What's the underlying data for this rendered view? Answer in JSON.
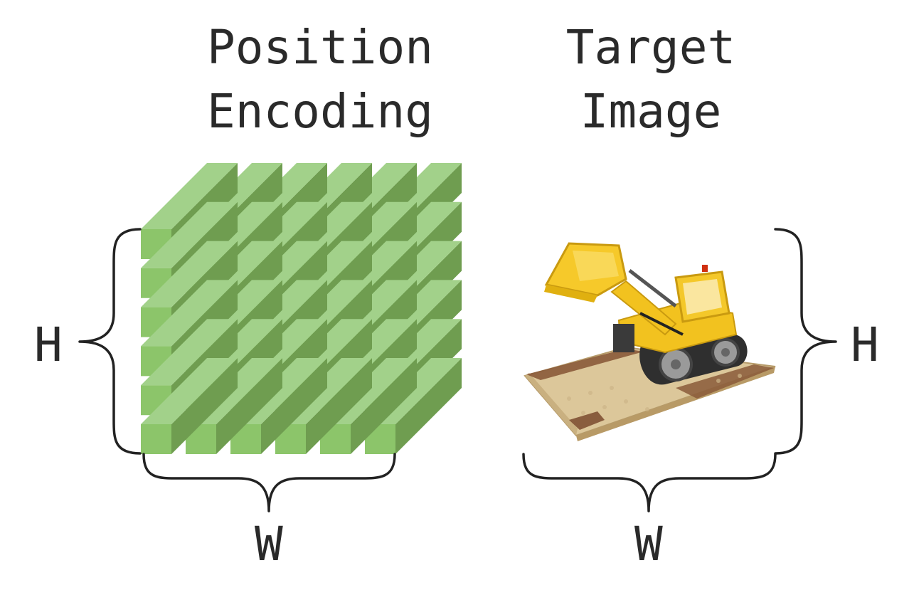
{
  "left_panel": {
    "title_line1": "Position",
    "title_line2": "Encoding",
    "height_label": "H",
    "width_label": "W",
    "grid": {
      "rows": 6,
      "cols": 6
    },
    "colors": {
      "front": "#8cc56a",
      "top": "#a2d18a",
      "side": "#6f9d50"
    }
  },
  "right_panel": {
    "title_line1": "Target",
    "title_line2": "Image",
    "height_label": "H",
    "width_label": "W",
    "image_subject": "lego-bulldozer-image",
    "colors": {
      "body": "#f2c21f",
      "track": "#333333",
      "base": "#d9c38f",
      "dirt": "#8a5a3a"
    }
  }
}
